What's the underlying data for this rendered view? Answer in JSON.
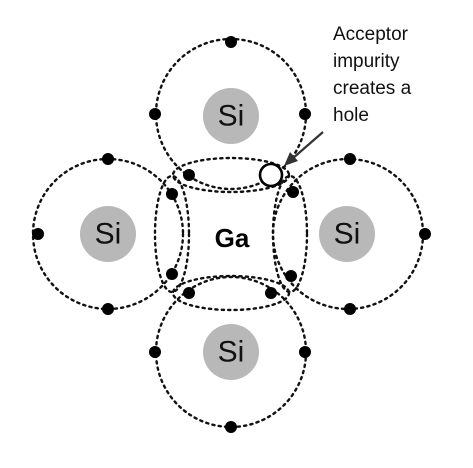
{
  "diagram": {
    "center_atom": "Ga",
    "atoms": [
      {
        "id": "top",
        "label": "Si"
      },
      {
        "id": "left",
        "label": "Si"
      },
      {
        "id": "right",
        "label": "Si"
      },
      {
        "id": "bottom",
        "label": "Si"
      }
    ],
    "annotation": {
      "lines": [
        "Acceptor",
        "impurity",
        "creates a",
        "hole"
      ]
    },
    "colors": {
      "atom_core": "#b8b8b8",
      "electron": "#000000",
      "hole_fill": "#ffffff"
    }
  }
}
